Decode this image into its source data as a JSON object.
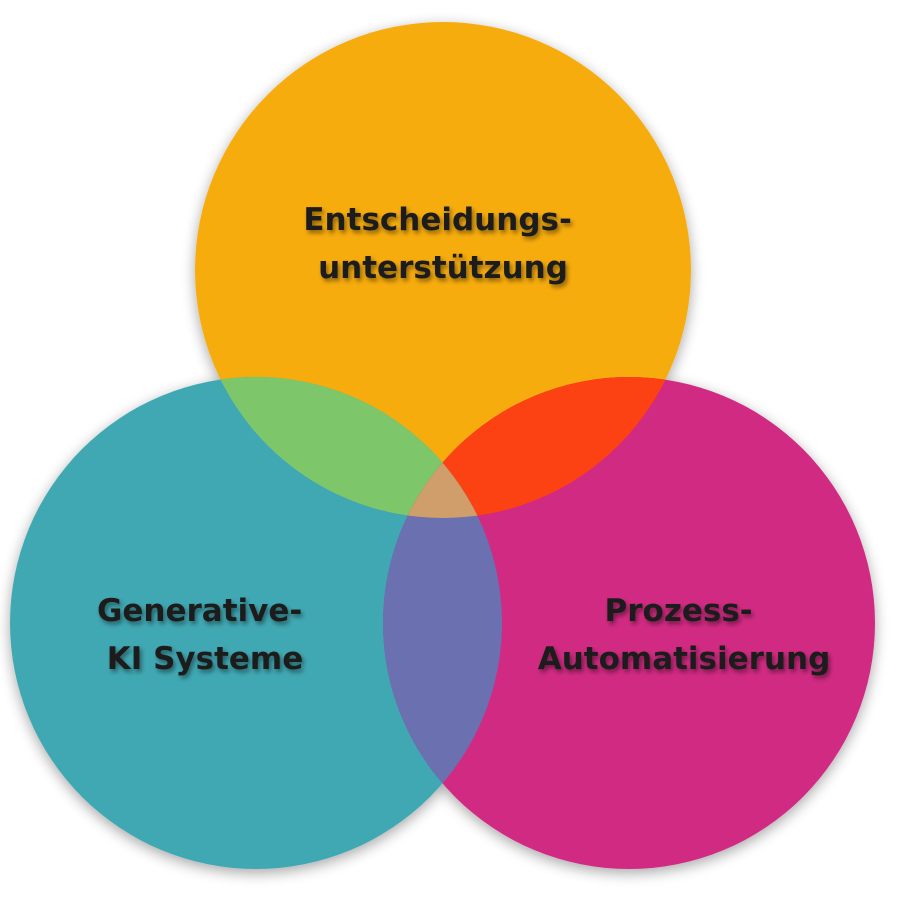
{
  "diagram": {
    "type": "venn",
    "circles": [
      {
        "id": "decision",
        "label_lines": [
          "Entscheidungs-",
          "unterstützung"
        ],
        "color": "#F7AC10"
      },
      {
        "id": "genai",
        "label_lines": [
          "Generative-",
          "KI Systeme"
        ],
        "color": "#41A8B3"
      },
      {
        "id": "automation",
        "label_lines": [
          "Prozess-",
          "Automatisierung"
        ],
        "color": "#D12A82"
      }
    ],
    "overlaps": {
      "decision_genai": "#7EC66A",
      "decision_automation": "#FC4212",
      "genai_automation": "#6A70B0",
      "center": "#D09E6A"
    },
    "label_color": "#1f1f1f",
    "background": "#ffffff"
  }
}
